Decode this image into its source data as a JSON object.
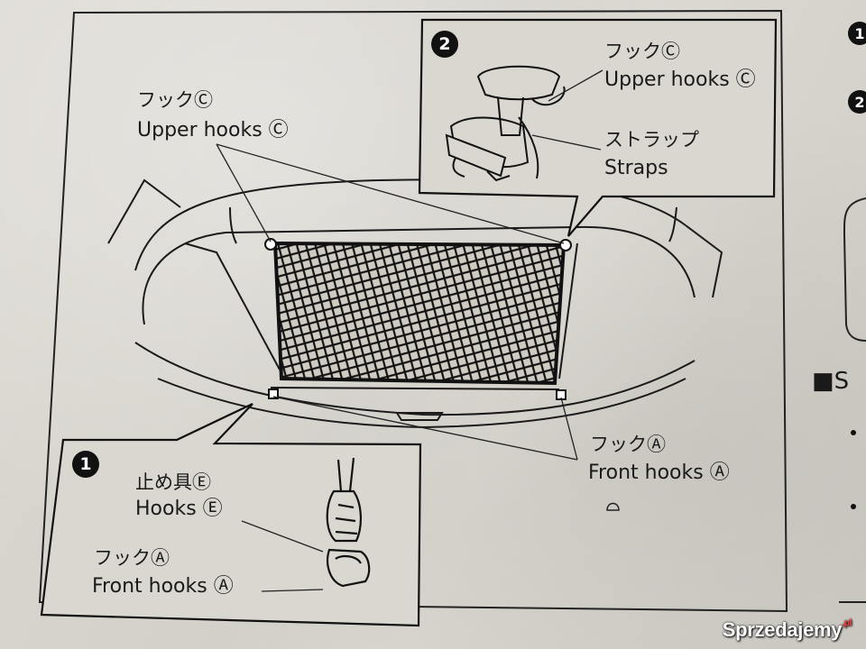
{
  "callout2": {
    "number": "2",
    "upper_hooks_jp": "フックⒸ",
    "upper_hooks_en": "Upper hooks Ⓒ",
    "straps_jp": "ストラップ",
    "straps_en": "Straps"
  },
  "main": {
    "upper_hooks_jp": "フックⒸ",
    "upper_hooks_en": "Upper hooks Ⓒ",
    "front_hooks_jp": "フックⒶ",
    "front_hooks_en": "Front hooks Ⓐ"
  },
  "callout1": {
    "number": "1",
    "hooks_e_jp": "止め具Ⓔ",
    "hooks_e_en": "Hooks Ⓔ",
    "front_hooks_jp": "フックⒶ",
    "front_hooks_en": "Front hooks Ⓐ"
  },
  "right_edge": {
    "step1": "1",
    "step2": "2",
    "section_mark": "■S"
  },
  "watermark": {
    "text": "Sprzedajemy",
    "suffix": ".pl"
  }
}
